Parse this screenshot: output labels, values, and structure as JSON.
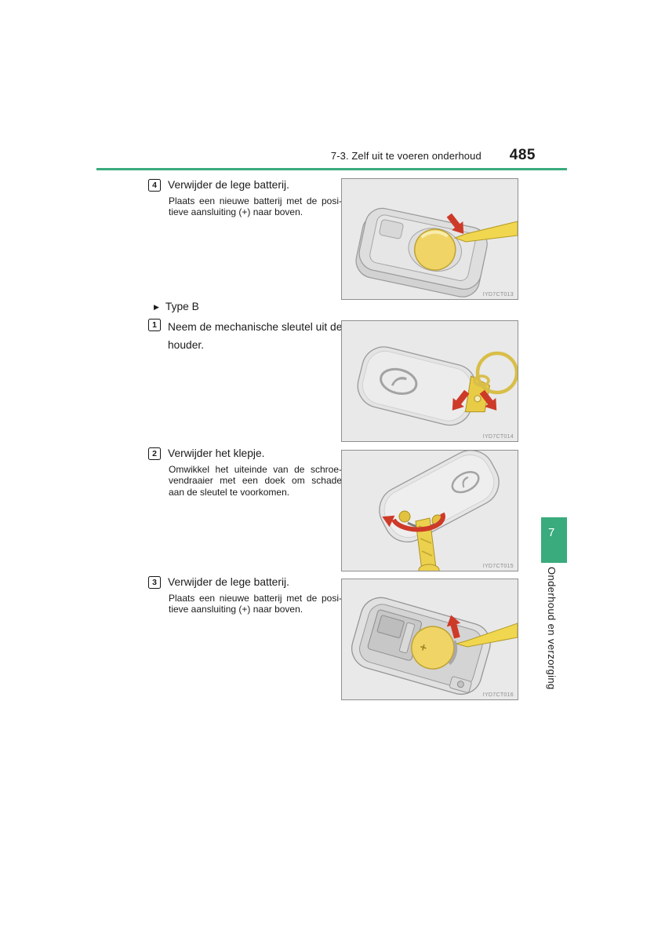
{
  "header": {
    "section_title": "7-3. Zelf uit te voeren onderhoud",
    "page_number": "485"
  },
  "colors": {
    "accent_green": "#39ab7c",
    "arrow_red": "#ce3a28",
    "key_yellow": "#efd45c",
    "panel_bg": "#e9e9e9",
    "panel_border": "#8f8f8f",
    "caption_gray": "#8e8e8e",
    "text_color": "#1b1b1b"
  },
  "type_b": {
    "marker": "▶",
    "label": "Type B"
  },
  "steps": {
    "step4": {
      "num": "4",
      "title": "Verwijder de lege batterij.",
      "sub_lines": [
        "Plaats een nieuwe batterij met de posi-",
        "tieve aansluiting (+) naar boven."
      ],
      "figure_caption": "IYD7CT013"
    },
    "step1": {
      "num": "1",
      "title_lines": [
        "Neem de mechanische sleutel uit de",
        "houder."
      ],
      "figure_caption": "IYD7CT014"
    },
    "step2": {
      "num": "2",
      "title": "Verwijder het klepje.",
      "sub_lines": [
        "Omwikkel het uiteinde van de schroe-",
        "vendraaier met een doek om schade",
        "aan de sleutel te voorkomen."
      ],
      "figure_caption": "IYD7CT015"
    },
    "step3": {
      "num": "3",
      "title": "Verwijder de lege batterij.",
      "sub_lines": [
        "Plaats een nieuwe batterij met de posi-",
        "tieve aansluiting (+) naar boven."
      ],
      "figure_caption": "IYD7CT016"
    }
  },
  "figure_symbols": {
    "battery_plus": "+"
  },
  "sidebar": {
    "chapter_number": "7",
    "chapter_title": "Onderhoud en verzorging"
  }
}
